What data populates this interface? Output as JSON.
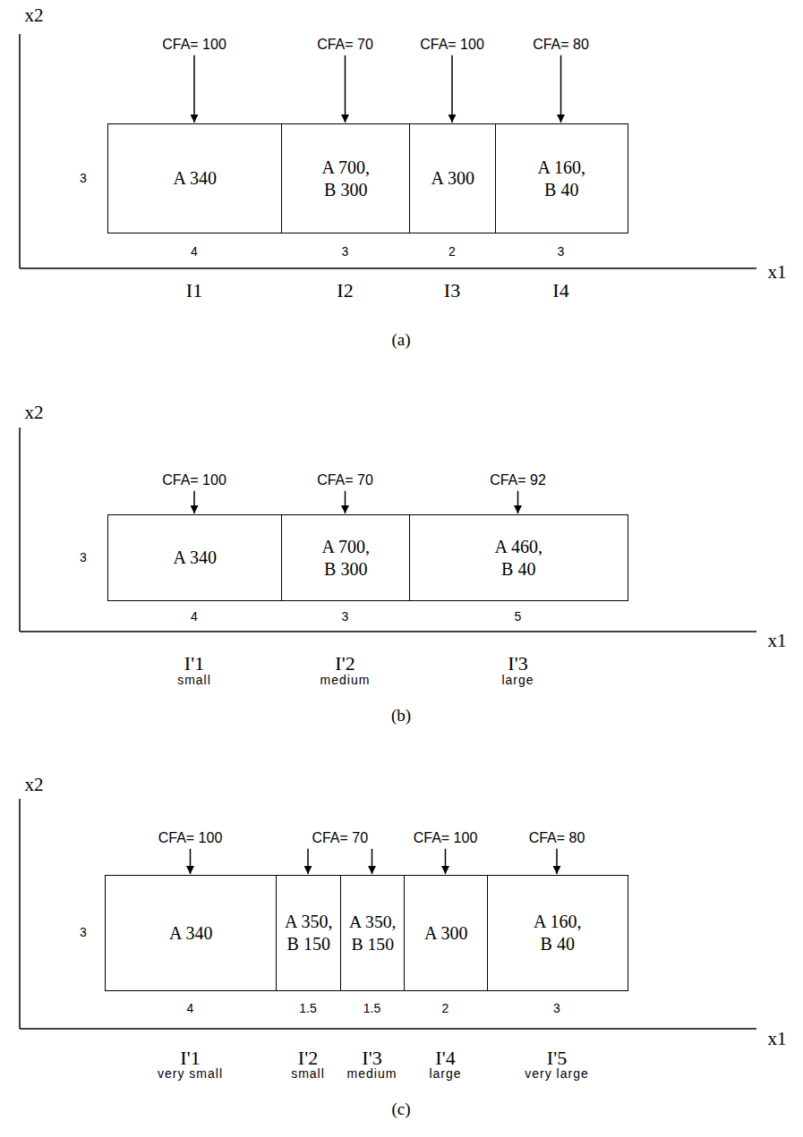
{
  "diagram": {
    "nodes": [
      {
        "text": [
          "A 340"
        ]
      },
      {
        "text": [
          "A 700, B 300"
        ]
      },
      {
        "text": [
          "A 300"
        ]
      },
      {
        "text": [
          "A 160, B 40"
        ]
      },
      {
        "text": [
          "A 340"
        ]
      },
      {
        "text": [
          "A 700, B 300"
        ]
      },
      {
        "text": [
          "A 460, B 40"
        ]
      },
      {
        "text": [
          "A 340"
        ]
      },
      {
        "text": [
          "A 350, B 150"
        ]
      },
      {
        "text": [
          "A 350, B 150"
        ]
      },
      {
        "text": [
          "A 300"
        ]
      },
      {
        "text": [
          "A 160, B 40"
        ]
      }
    ],
    "labels": [
      "x2",
      "x1",
      "3",
      "CFA= 100",
      "CFA= 70",
      "CFA= 100",
      "CFA= 80",
      "4",
      "3",
      "2",
      "3",
      "I1",
      "I2",
      "I3",
      "I4",
      "(a)",
      "x2",
      "x1",
      "3",
      "CFA= 100",
      "CFA= 70",
      "CFA= 92",
      "4",
      "3",
      "5",
      "I'1",
      "small",
      "I'2",
      "medium",
      "I'3",
      "large",
      "(b)",
      "x2",
      "x1",
      "3",
      "CFA= 100",
      "CFA= 70",
      "CFA= 100",
      "CFA= 80",
      "4",
      "1.5",
      "1.5",
      "2",
      "3",
      "I'1",
      "very small",
      "I'2",
      "small",
      "I'3",
      "medium",
      "I'4",
      "large",
      "I'5",
      "very large",
      "(c)"
    ]
  }
}
